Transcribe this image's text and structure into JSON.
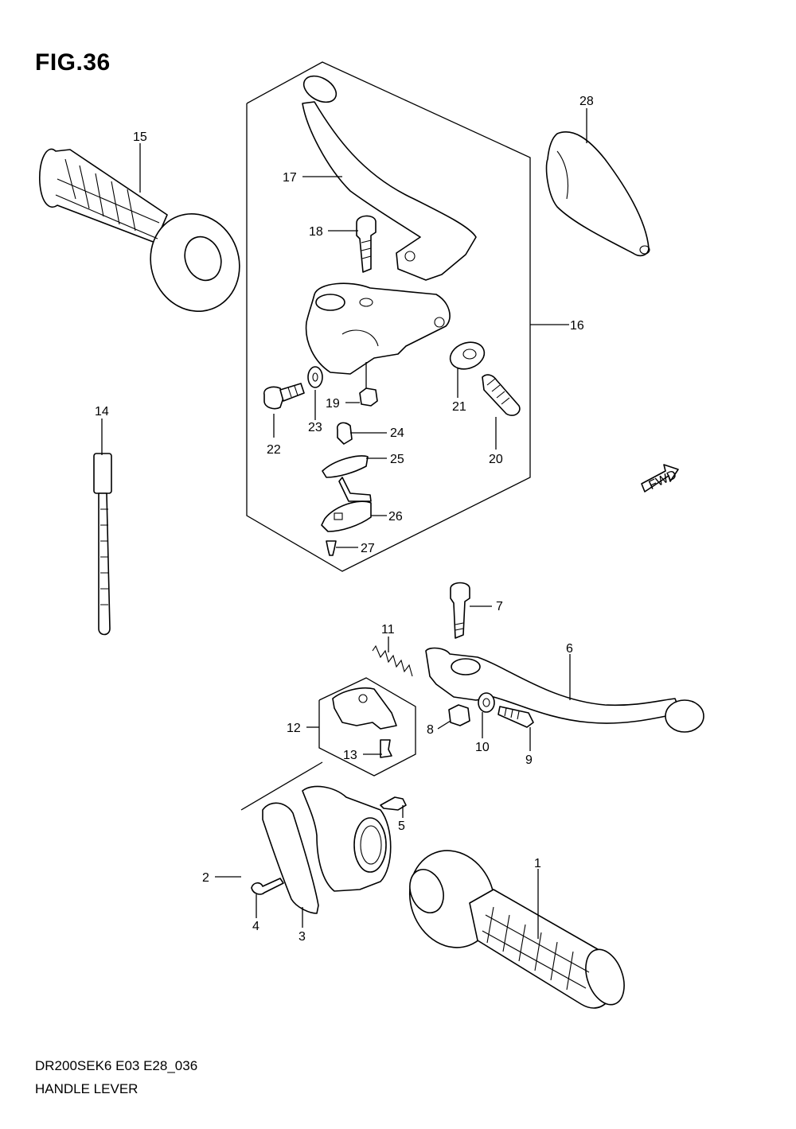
{
  "figure_title": "FIG.36",
  "diagram_code": "DR200SEK6 E03 E28_036",
  "diagram_name": "HANDLE LEVER",
  "fwd_label": "FWD",
  "callouts": {
    "c1": "1",
    "c2": "2",
    "c3": "3",
    "c4": "4",
    "c5": "5",
    "c6": "6",
    "c7": "7",
    "c8": "8",
    "c9": "9",
    "c10": "10",
    "c11": "11",
    "c12": "12",
    "c13": "13",
    "c14": "14",
    "c15": "15",
    "c16": "16",
    "c17": "17",
    "c18": "18",
    "c19": "19",
    "c20": "20",
    "c21": "21",
    "c22": "22",
    "c23": "23",
    "c24": "24",
    "c25": "25",
    "c26": "26",
    "c27": "27",
    "c28": "28"
  }
}
